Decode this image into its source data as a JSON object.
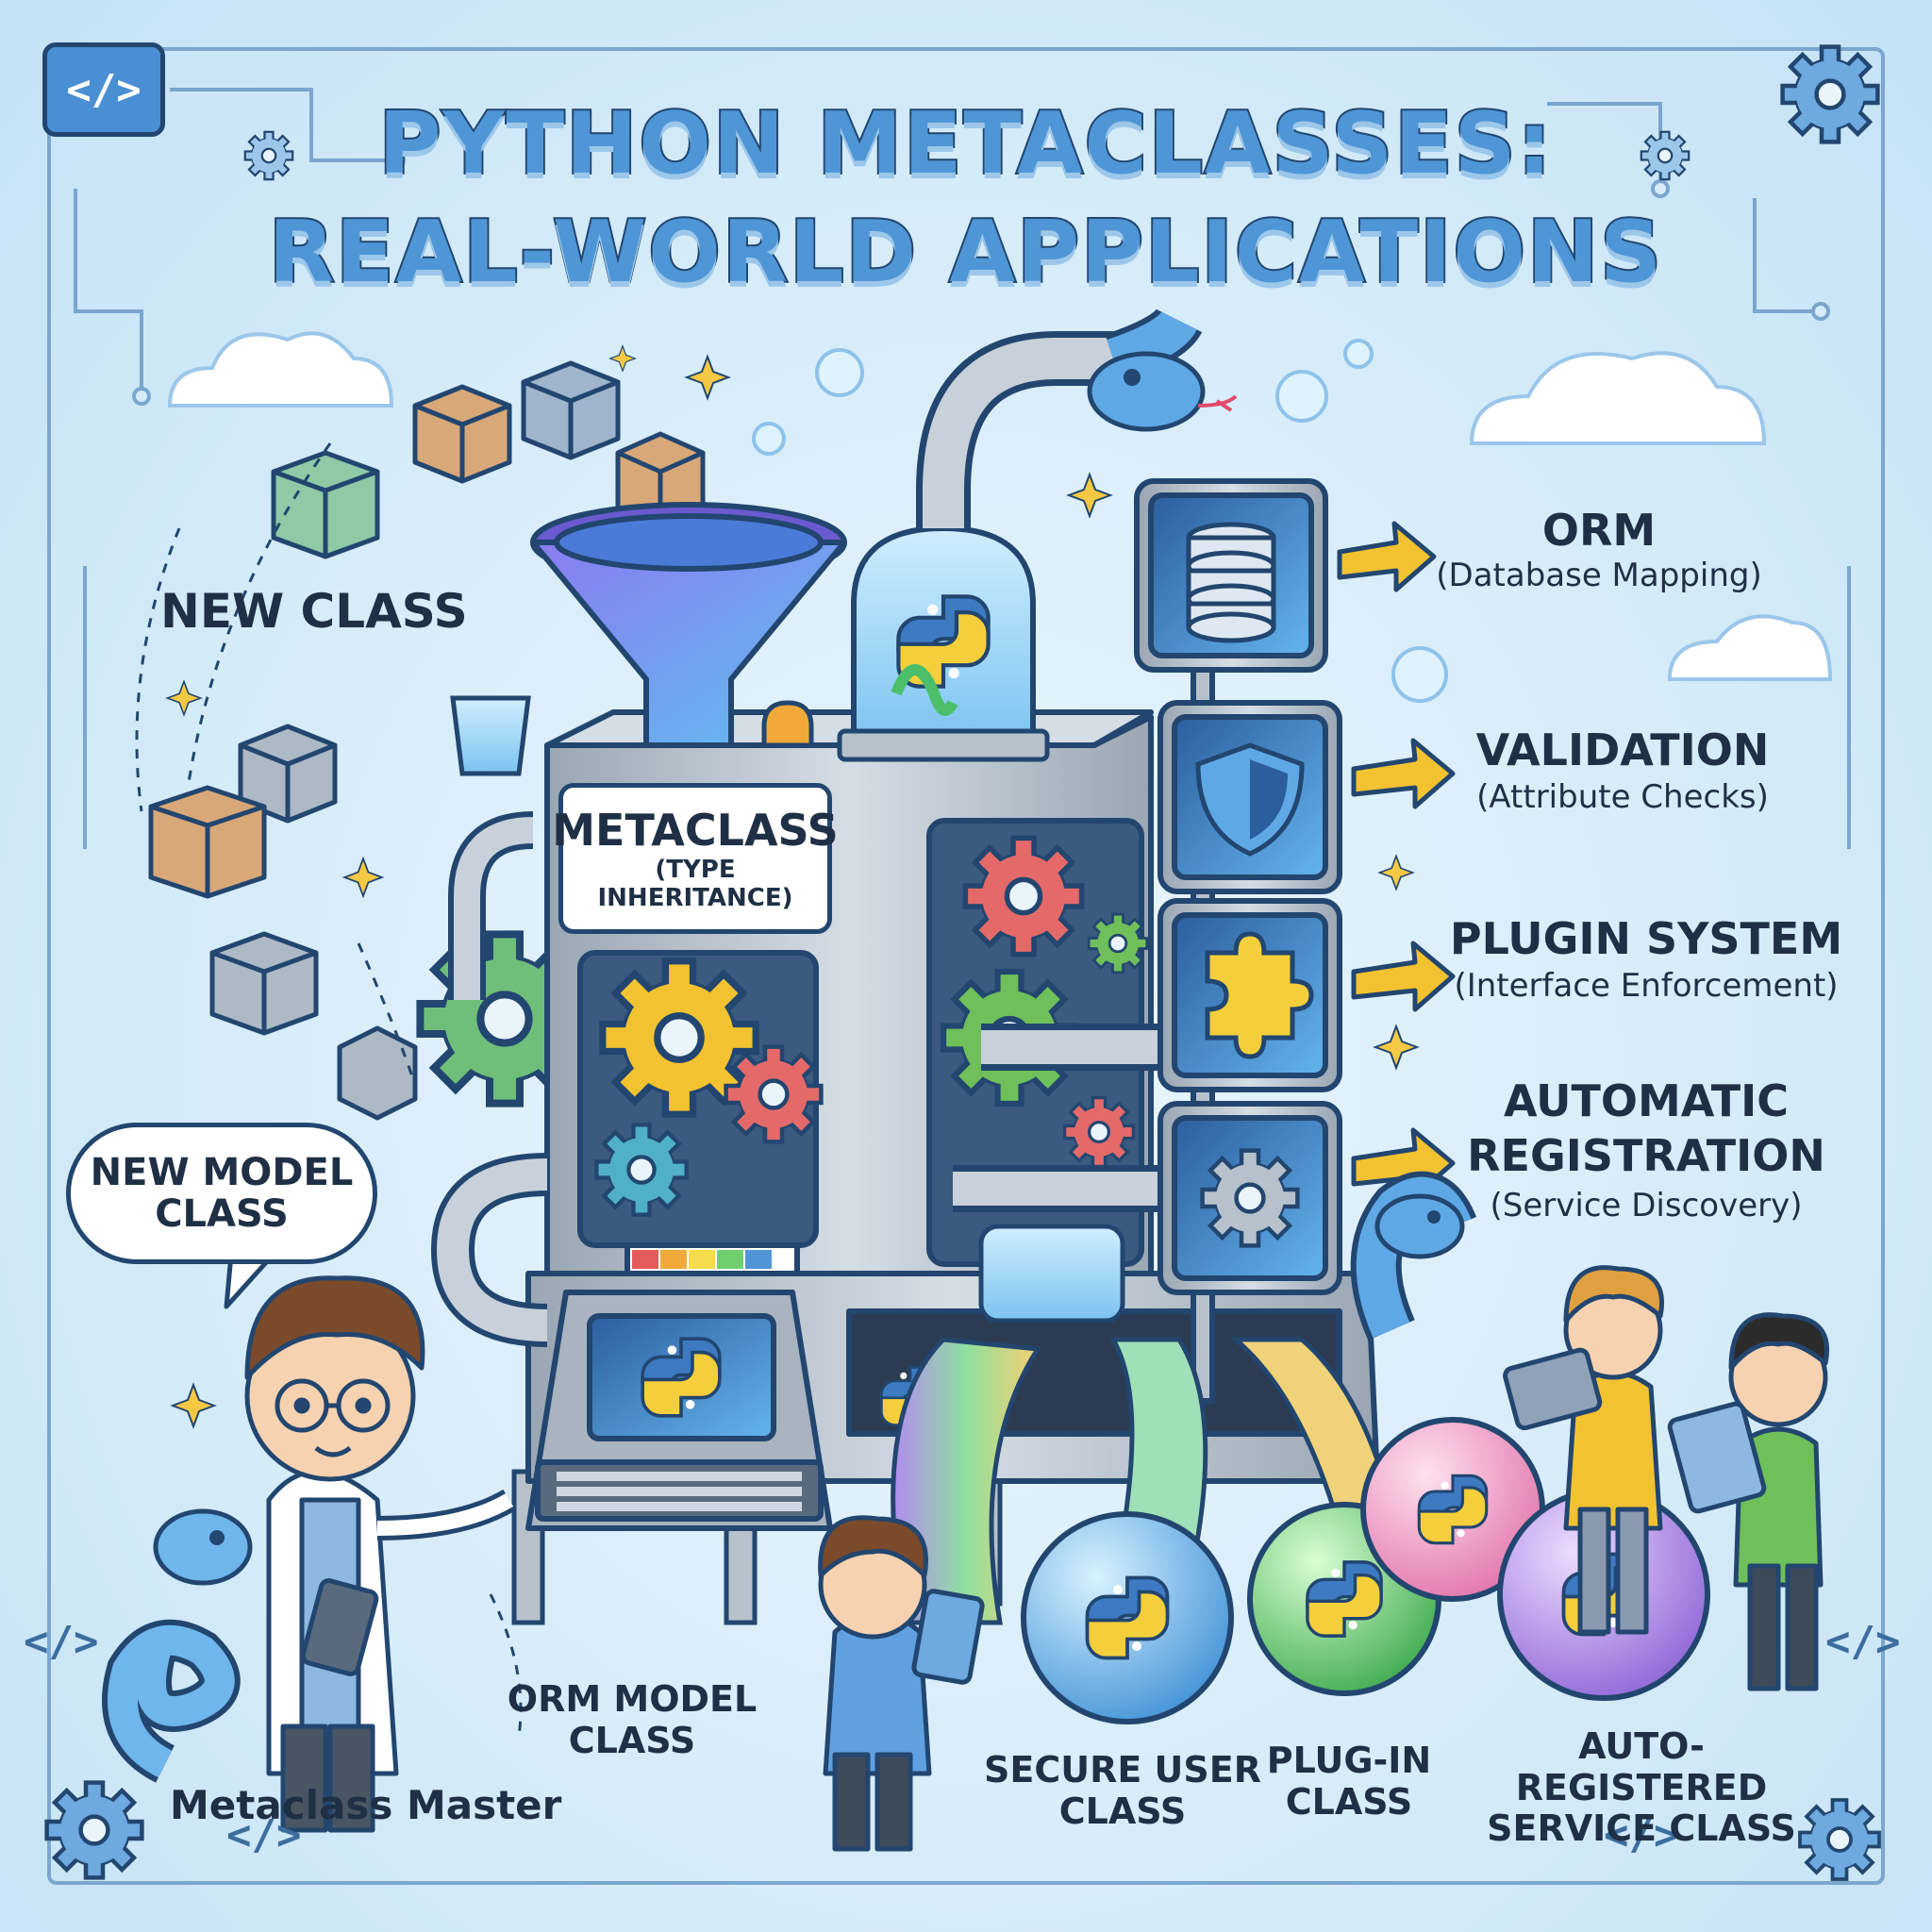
{
  "header": {
    "title_line1": "PYTHON METACLASSES:",
    "title_line2": "REAL-WORLD APPLICATIONS",
    "code_badge": "</>"
  },
  "corner_code": "</>",
  "input": {
    "new_class_label": "NEW CLASS",
    "speech_bubble": "NEW MODEL CLASS"
  },
  "machine": {
    "plate_title": "METACLASS",
    "plate_subtitle": "(TYPE INHERITANCE)"
  },
  "applications": [
    {
      "name": "ORM",
      "subtitle": "(Database Mapping)",
      "icon": "database-icon"
    },
    {
      "name": "VALIDATION",
      "subtitle": "(Attribute Checks)",
      "icon": "shield-icon"
    },
    {
      "name": "PLUGIN SYSTEM",
      "subtitle": "(Interface Enforcement)",
      "icon": "puzzle-icon"
    },
    {
      "name_line1": "AUTOMATIC",
      "name_line2": "REGISTRATION",
      "subtitle": "(Service Discovery)",
      "icon": "gear-icon"
    }
  ],
  "outputs": {
    "orm_model_class": "ORM MODEL CLASS",
    "secure_user_class": "SECURE USER CLASS",
    "plugin_class": "PLUG-IN CLASS",
    "auto_registered_class": "AUTO-REGISTERED SERVICE CLASS"
  },
  "characters": {
    "master_caption": "Metaclass Master"
  },
  "colors": {
    "outline": "#22466f",
    "accent_blue": "#4f96d6",
    "arrow_yellow": "#f2c230",
    "machine_gray": "#b7c1cc"
  }
}
